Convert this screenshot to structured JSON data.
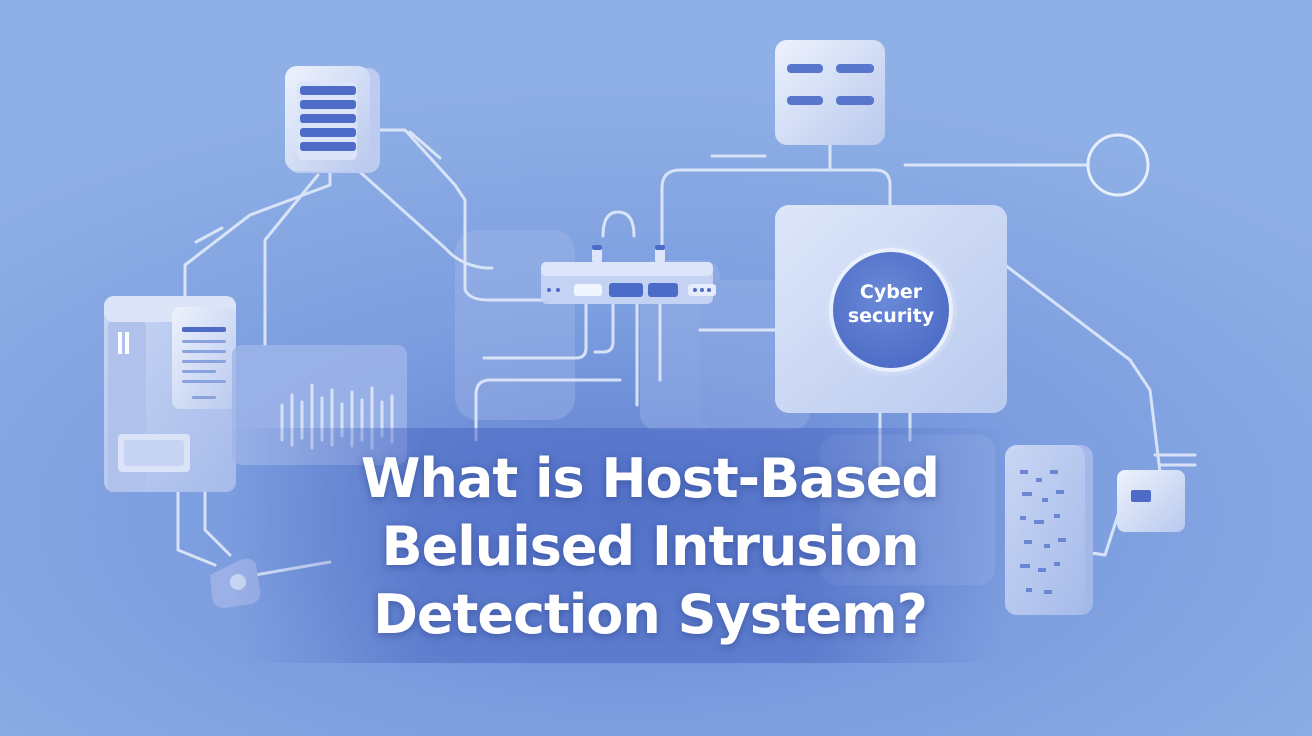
{
  "badge": {
    "line1": "Cyber",
    "line2": "security"
  },
  "headline": {
    "line1": "What is Host-Based",
    "line2": "Beluised Intrusion",
    "line3": "Detection System?"
  },
  "colors": {
    "background": "#86a7e2",
    "headline_text": "#ffffff",
    "badge_fill": "#5a7ad0",
    "device_light": "#dfe7f8",
    "connector_line": "#e7eefb"
  }
}
